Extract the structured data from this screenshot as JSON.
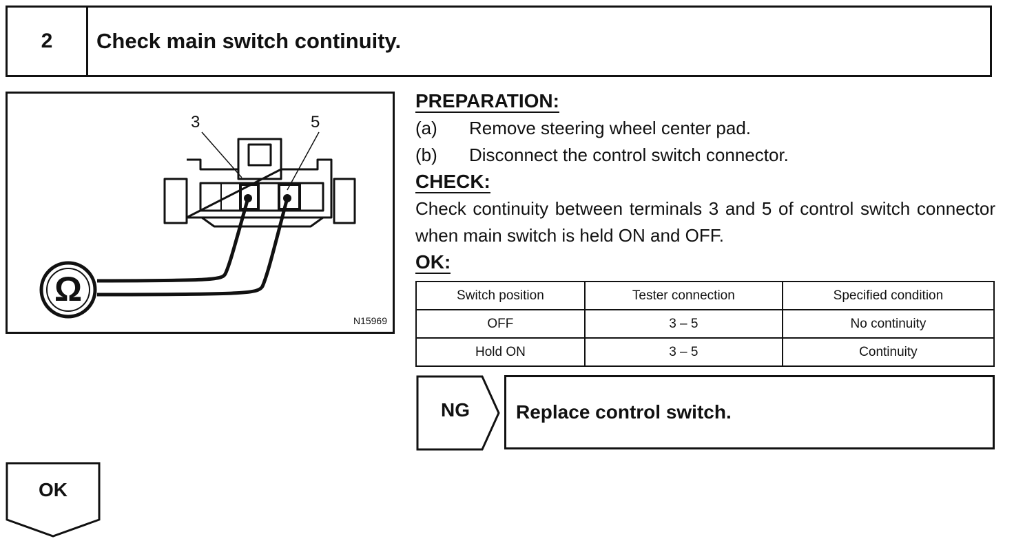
{
  "step": {
    "number": "2",
    "title": "Check main switch continuity."
  },
  "illustration": {
    "terminal_left": "3",
    "terminal_right": "5",
    "ohm_symbol": "Ω",
    "figure_code": "N15969"
  },
  "preparation": {
    "heading": "PREPARATION:",
    "steps": [
      {
        "letter": "(a)",
        "text": "Remove steering wheel center pad."
      },
      {
        "letter": "(b)",
        "text": "Disconnect the control switch connector."
      }
    ]
  },
  "check": {
    "heading": "CHECK:",
    "text": "Check continuity between terminals 3 and 5 of control switch connector when main switch is held ON and OFF."
  },
  "ok": {
    "heading": "OK:"
  },
  "table": {
    "headers": [
      "Switch position",
      "Tester connection",
      "Specified condition"
    ],
    "rows": [
      [
        "OFF",
        "3 – 5",
        "No continuity"
      ],
      [
        "Hold ON",
        "3 – 5",
        "Continuity"
      ]
    ]
  },
  "ng": {
    "label": "NG",
    "action": "Replace control switch."
  },
  "ok_flow": {
    "label": "OK"
  }
}
